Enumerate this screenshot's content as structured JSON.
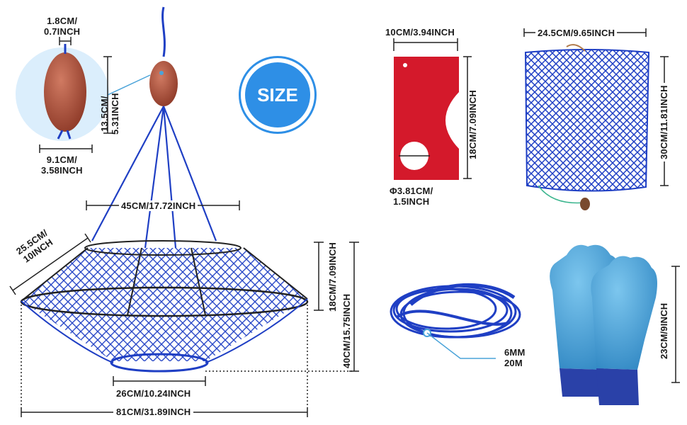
{
  "badge": {
    "text": "SIZE"
  },
  "float": {
    "width": "1.8CM/\n0.7INCH",
    "height": "13.5CM/\n5.31INCH",
    "diameter": "9.1CM/\n3.58INCH"
  },
  "trap": {
    "rope_span": "45CM/17.72INCH",
    "slant": "25.5CM/\n10INCH",
    "ring_height": "18CM/7.09INCH",
    "total_height": "40CM/15.75INCH",
    "bottom": "26CM/10.24INCH",
    "width": "81CM/31.89INCH"
  },
  "gauge": {
    "width": "10CM/3.94INCH",
    "height": "18CM/7.09INCH",
    "hole": "Φ3.81CM/\n1.5INCH"
  },
  "bag": {
    "width": "24.5CM/9.65INCH",
    "height": "30CM/11.81INCH"
  },
  "rope": {
    "spec": "6MM\n20M"
  },
  "gloves": {
    "height": "23CM/9INCH"
  },
  "colors": {
    "net_blue": "#1f3fc4",
    "float_red": "#b4553f",
    "gauge_red": "#d4192b",
    "accent": "#2e8fe6",
    "glove_blue": "#4aa3d9"
  }
}
